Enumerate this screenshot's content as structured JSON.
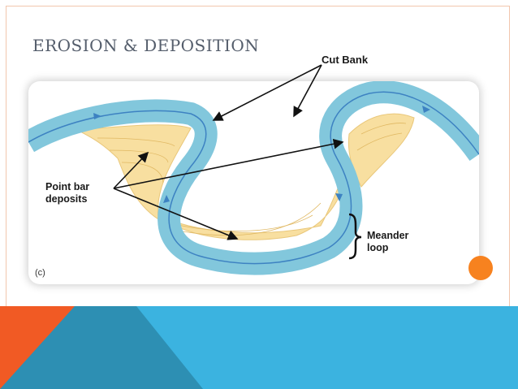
{
  "slide": {
    "title": "EROSION & DEPOSITION"
  },
  "diagram": {
    "cut_bank_label": "Cut Bank",
    "point_bar_line1": "Point bar",
    "point_bar_line2": "deposits",
    "meander_line1": "Meander",
    "meander_line2": "loop",
    "panel_label": "(c)"
  },
  "colors": {
    "accent_orange": "#f7821f",
    "band_blue": "#3bb3e0",
    "band_dark_blue": "#2d8fb3",
    "river_blue": "#82c7dc",
    "deposit_yellow": "#f8dfa0",
    "title_gray": "#545d6b"
  }
}
